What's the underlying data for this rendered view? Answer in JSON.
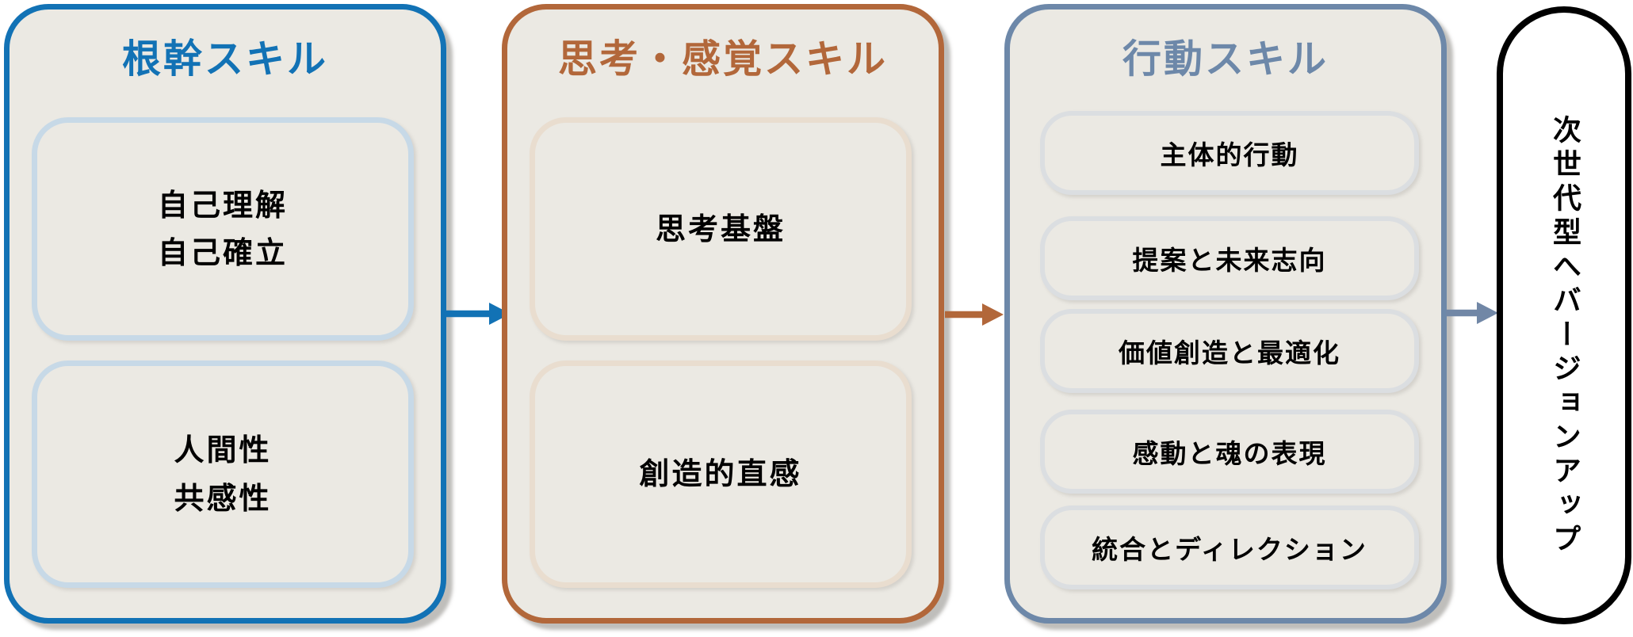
{
  "diagram": {
    "background_color": "#ffffff",
    "panel_background_color": "#ebe9e3",
    "panels": [
      {
        "title": "根幹スキル",
        "accent_color": "#1272b5",
        "inner_border_color": "#c7d9e7",
        "boxes": [
          {
            "lines": [
              "自己理解",
              "自己確立"
            ]
          },
          {
            "lines": [
              "人間性",
              "共感性"
            ]
          }
        ]
      },
      {
        "title": "思考・感覚スキル",
        "accent_color": "#b2673a",
        "inner_border_color": "#e9ddcf",
        "boxes": [
          {
            "lines": [
              "思考基盤"
            ]
          },
          {
            "lines": [
              "創造的直感"
            ]
          }
        ]
      },
      {
        "title": "行動スキル",
        "accent_color": "#6d88a9",
        "inner_border_color": "#dbdee1",
        "boxes": [
          {
            "lines": [
              "主体的行動"
            ]
          },
          {
            "lines": [
              "提案と未来志向"
            ]
          },
          {
            "lines": [
              "価値創造と最適化"
            ]
          },
          {
            "lines": [
              "感動と魂の表現"
            ]
          },
          {
            "lines": [
              "統合とディレクション"
            ]
          }
        ]
      }
    ],
    "arrows": [
      {
        "from": "根幹スキル",
        "to": "思考・感覚スキル",
        "color": "#1272b5"
      },
      {
        "from": "思考・感覚スキル",
        "to": "行動スキル",
        "color": "#b2673a"
      },
      {
        "from": "行動スキル",
        "to": "次世代型へバージョンアップ",
        "color": "#7187a6"
      }
    ],
    "result": {
      "label": "次世代型へバージョンアップ",
      "border_color": "#000000",
      "background_color": "#ffffff",
      "text_color": "#000000"
    }
  }
}
